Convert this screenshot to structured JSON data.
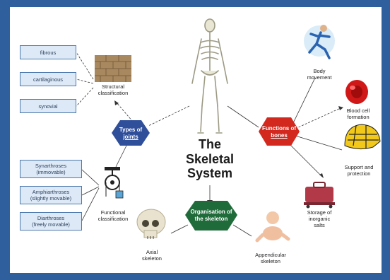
{
  "title": {
    "line1": "The",
    "line2": "Skeletal",
    "line3": "System"
  },
  "left_boxes": [
    "fibrous",
    "cartilaginous",
    "synovial"
  ],
  "structural_label": {
    "line1": "Structural",
    "line2": "classification"
  },
  "types_hex": {
    "line1": "Types of",
    "line2": "joints"
  },
  "functional_boxes": [
    {
      "line1": "Synarthroses",
      "line2": "(immovable)"
    },
    {
      "line1": "Amphiarthroses",
      "line2": "(slightly movable)"
    },
    {
      "line1": "Diarthroses",
      "line2": "(freely movable)"
    }
  ],
  "functional_label": {
    "line1": "Functional",
    "line2": "classification"
  },
  "functions_hex": {
    "line1": "Functions of",
    "line2": "bones"
  },
  "functions": [
    {
      "line1": "Body",
      "line2": "movement"
    },
    {
      "line1": "Blood cell",
      "line2": "formation"
    },
    {
      "line1": "Support and",
      "line2": "protection"
    },
    {
      "line1": "Storage of",
      "line2": "inorganic",
      "line3": "salts"
    }
  ],
  "organisation_hex": {
    "line1": "Organisation of",
    "line2": "the skeleton"
  },
  "axial": {
    "line1": "Axial",
    "line2": "skeleton"
  },
  "appendicular": {
    "line1": "Appendicular",
    "line2": "skeleton"
  },
  "colors": {
    "frame": "#2f5f9c",
    "hex_blue": "#2f4f9a",
    "hex_red": "#d2281e",
    "hex_green": "#1f6b3a",
    "box_fill": "#dde9f6",
    "box_border": "#4d79ad"
  }
}
